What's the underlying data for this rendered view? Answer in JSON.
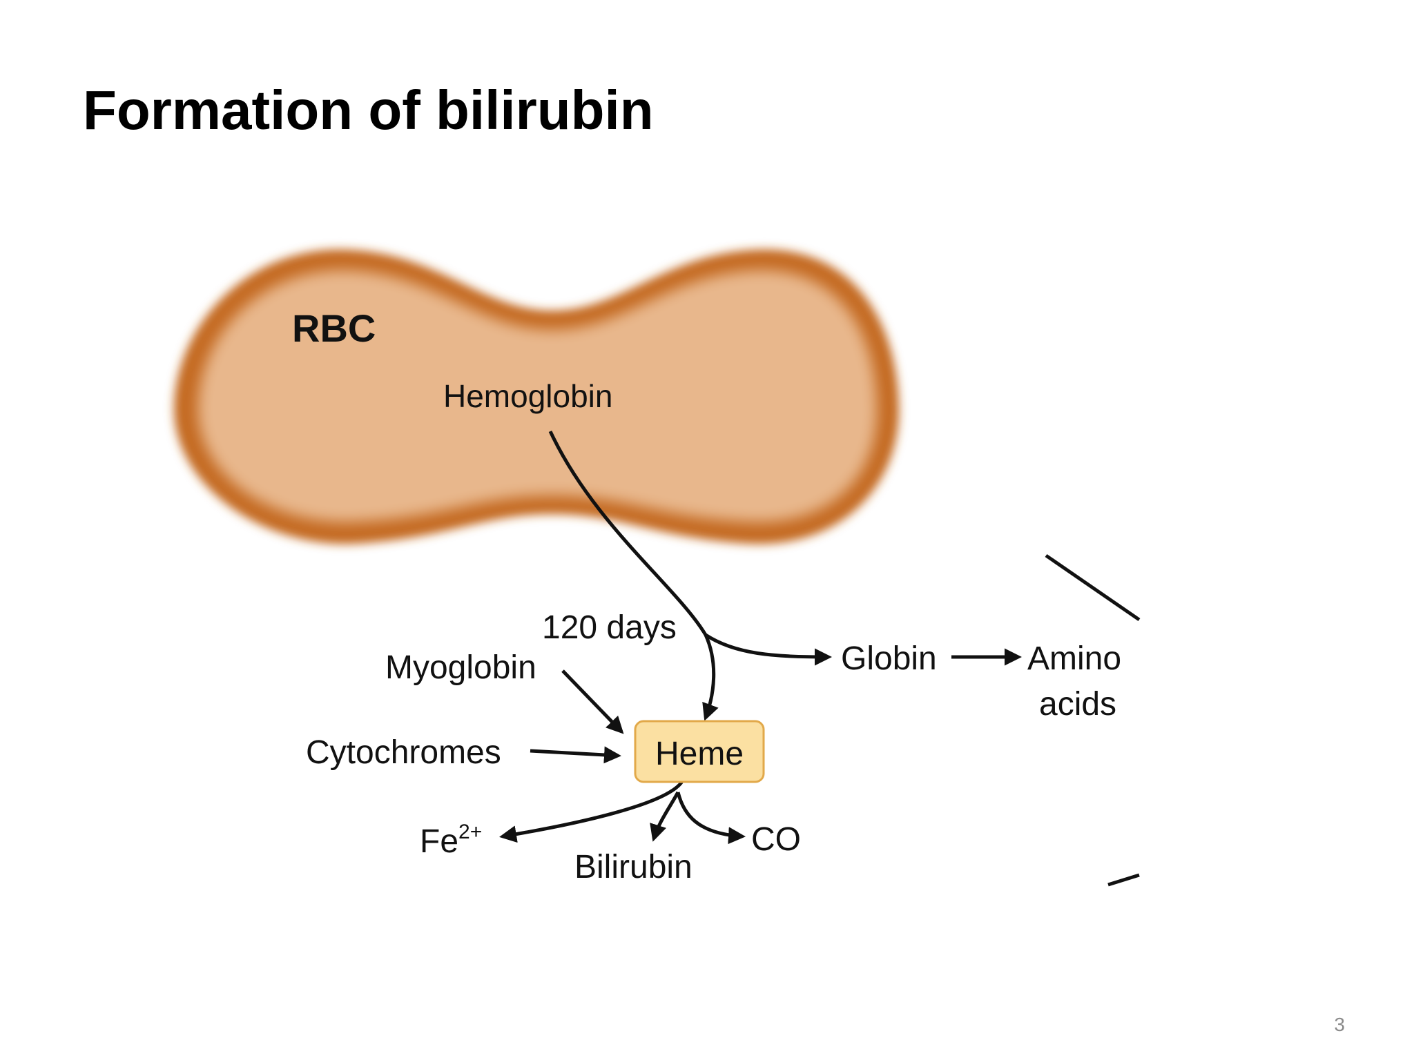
{
  "slide": {
    "title": "Formation of bilirubin",
    "page_number": "3"
  },
  "diagram": {
    "cell_label": "RBC",
    "nodes": {
      "hemoglobin": "Hemoglobin",
      "lifespan": "120 days",
      "myoglobin": "Myoglobin",
      "cytochromes": "Cytochromes",
      "heme": "Heme",
      "globin": "Globin",
      "amino_line1": "Amino",
      "amino_line2": "acids",
      "iron_base": "Fe",
      "iron_charge": "2+",
      "bilirubin": "Bilirubin",
      "carbon_monoxide": "CO"
    }
  },
  "colors": {
    "cell_fill": "#E8B78C",
    "cell_rim": "#C46A24",
    "rbc_label": "#7A1A12",
    "heme_fill": "#FBE0A2",
    "heme_border": "#E2A94A",
    "arrow": "#111111",
    "title": "#000000",
    "page_number": "#8A8A8A"
  }
}
